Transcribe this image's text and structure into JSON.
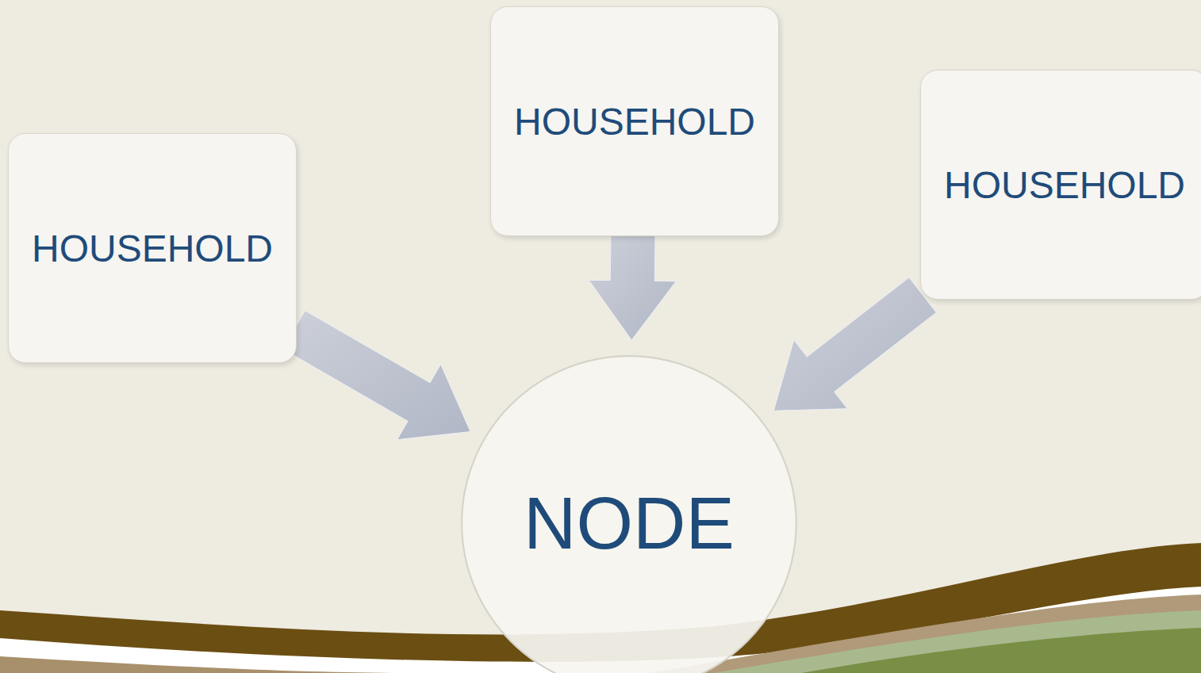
{
  "diagram": {
    "nodes": [
      {
        "text": [
          "HOUSEHOLD"
        ]
      },
      {
        "text": [
          "HOUSEHOLD"
        ]
      },
      {
        "text": [
          "HOUSEHOLD"
        ]
      },
      {
        "text": [
          "NODE"
        ]
      }
    ],
    "edges": [
      {
        "from": 0,
        "to": 3,
        "arrow": "to"
      },
      {
        "from": 1,
        "to": 3,
        "arrow": "to"
      },
      {
        "from": 2,
        "to": 3,
        "arrow": "to"
      }
    ]
  }
}
